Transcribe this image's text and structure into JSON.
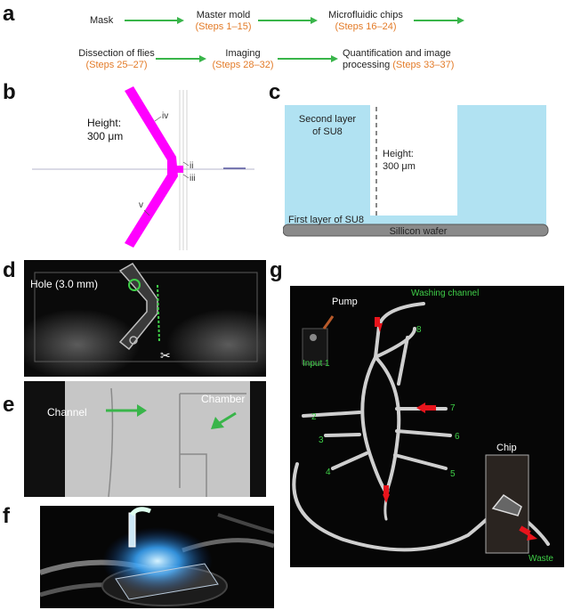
{
  "panels": {
    "a": "a",
    "b": "b",
    "c": "c",
    "d": "d",
    "e": "e",
    "f": "f",
    "g": "g"
  },
  "flow": {
    "mask": "Mask",
    "master_mold": "Master mold",
    "master_mold_steps": "(Steps 1–15)",
    "chips": "Microfluidic chips",
    "chips_steps": "(Steps 16–24)",
    "dissection": "Dissection of flies",
    "dissection_steps": "(Steps 25–27)",
    "imaging": "Imaging",
    "imaging_steps": "(Steps 28–32)",
    "quant": "Quantification and image",
    "quant_line2": "processing",
    "quant_steps": "(Steps 33–37)"
  },
  "mask_panel": {
    "height_label": "Height:",
    "height_value": "300 μm",
    "label_iv": "iv",
    "label_ii": "ii",
    "label_iii": "iii",
    "label_v": "v"
  },
  "cross_section": {
    "second_layer_1": "Second layer",
    "second_layer_2": "of SU8",
    "height_label": "Height:",
    "height_value": "300 μm",
    "first_layer": "First layer of SU8",
    "wafer": "Sillicon wafer"
  },
  "chip_photo": {
    "hole_label": "Hole (3.0 mm)"
  },
  "channel_photo": {
    "channel_label": "Channel",
    "chamber_label": "Chamber"
  },
  "setup_photo": {
    "pump": "Pump",
    "washing": "Washing channel",
    "input1": "Input 1",
    "chip": "Chip",
    "waste": "Waste",
    "ports": [
      "8",
      "7",
      "2",
      "6",
      "3",
      "5",
      "4"
    ]
  },
  "colors": {
    "flow_arrow": "#39b54a",
    "step_text": "#e37b28",
    "mask_magenta": "#ff00ff",
    "su8_blue": "#b1e2f2",
    "wafer_gray": "#8a8a8a",
    "label_green": "#3fcf48",
    "marker_red": "#e8141c"
  }
}
